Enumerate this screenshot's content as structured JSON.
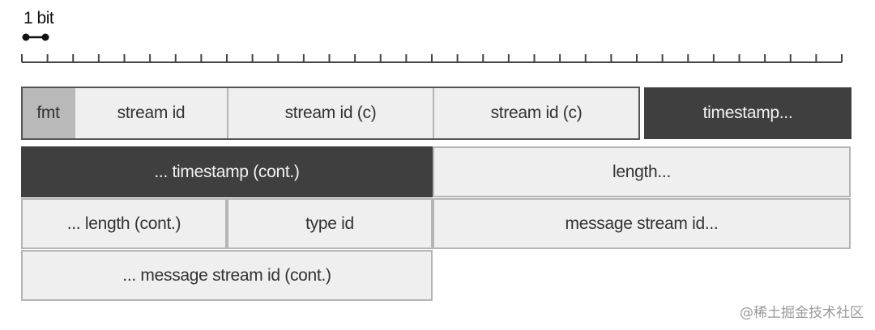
{
  "legend": {
    "label": "1 bit"
  },
  "ruler": {
    "ticks": 32
  },
  "rows": {
    "r1": {
      "fmt": "fmt",
      "stream_id": "stream id",
      "stream_id_c1": "stream id (c)",
      "stream_id_c2": "stream id (c)",
      "timestamp": "timestamp..."
    },
    "r2": {
      "timestamp_cont": "... timestamp (cont.)",
      "length": "length..."
    },
    "r3": {
      "length_cont": "... length (cont.)",
      "type_id": "type id",
      "message_stream_id": "message stream id..."
    },
    "r4": {
      "message_stream_id_cont": "... message stream id (cont.)"
    }
  },
  "watermark": "@稀土掘金技术社区",
  "colors": {
    "dark": "#3f3f3f",
    "light": "#efefef",
    "fmt": "#b9b9b9"
  }
}
